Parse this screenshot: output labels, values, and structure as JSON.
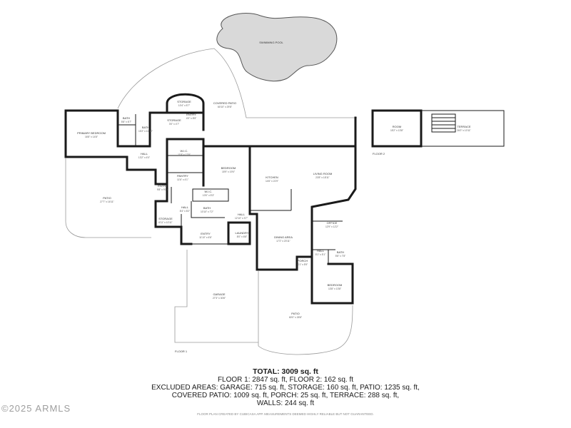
{
  "rooms": {
    "swimming_pool": {
      "name": "SWIMMING POOL"
    },
    "storage_top": {
      "name": "STORAGE",
      "dim": "10'4\" x 5'7\""
    },
    "covered_patio": {
      "name": "COVERED PATIO",
      "dim": "60'10\" x 29'8\""
    },
    "entry_top": {
      "name": "ENTRY",
      "dim": "4'0\" x 8'5\""
    },
    "storage_small": {
      "name": "STORAGE",
      "dim": "3'0\" x 4'7\""
    },
    "bath_1": {
      "name": "BATH",
      "dim": "5'8\" x 6'7\""
    },
    "bath_2": {
      "name": "BATH",
      "dim": "15'2\" x 10'10\""
    },
    "primary_bedroom": {
      "name": "PRIMARY BEDROOM",
      "dim": "16'8\" x 14'8\""
    },
    "wic_1": {
      "name": "W.I.C.",
      "dim": "11'8\" x 12'8\""
    },
    "hall_1": {
      "name": "HALL",
      "dim": "13'2\" x 4'0\""
    },
    "bedroom_1": {
      "name": "BEDROOM",
      "dim": "15'9\" x 19'0\""
    },
    "kitchen": {
      "name": "KITCHEN",
      "dim": "14'6\" x 21'9\""
    },
    "living_room": {
      "name": "LIVING ROOM",
      "dim": "23'8\" x 18'11\""
    },
    "pantry": {
      "name": "PANTRY",
      "dim": "11'6\" x 4'1\""
    },
    "entry_2": {
      "name": "ENTRY",
      "dim": "9'8\" x 9'10\""
    },
    "wic_2": {
      "name": "W.I.C.",
      "dim": "10'0\" x 5'3\""
    },
    "patio_left": {
      "name": "PATIO",
      "dim": "27'7\" x 16'11\""
    },
    "hall_2": {
      "name": "HALL",
      "dim": "8'4\" x 8'2\""
    },
    "bath_3": {
      "name": "BATH",
      "dim": "10'10\" x 7'2\""
    },
    "hall_3": {
      "name": "HALL",
      "dim": "12'10\" x 3'7\""
    },
    "office": {
      "name": "OFFICE",
      "dim": "12'9\" x 12'2\""
    },
    "storage_mid": {
      "name": "STORAGE",
      "dim": "6'11\" x 10'11\""
    },
    "entry_3": {
      "name": "ENTRY",
      "dim": "11'10\" x 6'6\""
    },
    "laundry": {
      "name": "LAUNDRY",
      "dim": "8'0\" x 6'8\""
    },
    "dining_area": {
      "name": "DINING AREA",
      "dim": "17'2\" x 20'11\""
    },
    "hall_4": {
      "name": "HALL",
      "dim": "5'1\" x 5'1\""
    },
    "bath_4": {
      "name": "BATH",
      "dim": "5'8\" x 7'8\""
    },
    "porch": {
      "name": "PORCH",
      "dim": "6'1\" x 5'9\""
    },
    "bedroom_2": {
      "name": "BEDROOM",
      "dim": "13'8\" x 13'8\""
    },
    "garage": {
      "name": "GARAGE",
      "dim": "27'3\" x 30'8\""
    },
    "patio_bottom": {
      "name": "PATIO",
      "dim": "60'0\" x 26'8\""
    },
    "room_f2": {
      "name": "ROOM",
      "dim": "15'2\" x 13'8\""
    },
    "terrace": {
      "name": "TERRACE",
      "dim": "26'0\" x 10'11\""
    }
  },
  "floor_labels": {
    "floor1": "FLOOR 1",
    "floor2": "FLOOR 2"
  },
  "summary": {
    "total": "TOTAL: 3009 sq. ft",
    "line1": "FLOOR 1: 2847 sq. ft, FLOOR 2: 162 sq. ft",
    "line2": "EXCLUDED AREAS: GARAGE: 715 sq. ft, STORAGE: 160 sq. ft, PATIO: 1235 sq. ft,",
    "line3": "COVERED PATIO: 1009 sq. ft, PORCH: 25 sq. ft, TERRACE: 288 sq. ft,",
    "line4": "WALLS: 244 sq. ft"
  },
  "copyright": "©2025 ARMLS",
  "disclaimer": "FLOOR PLAN CREATED BY CUBICASA APP. MEASUREMENTS DEEMED HIGHLY RELIABLE BUT NOT GUARANTEED."
}
